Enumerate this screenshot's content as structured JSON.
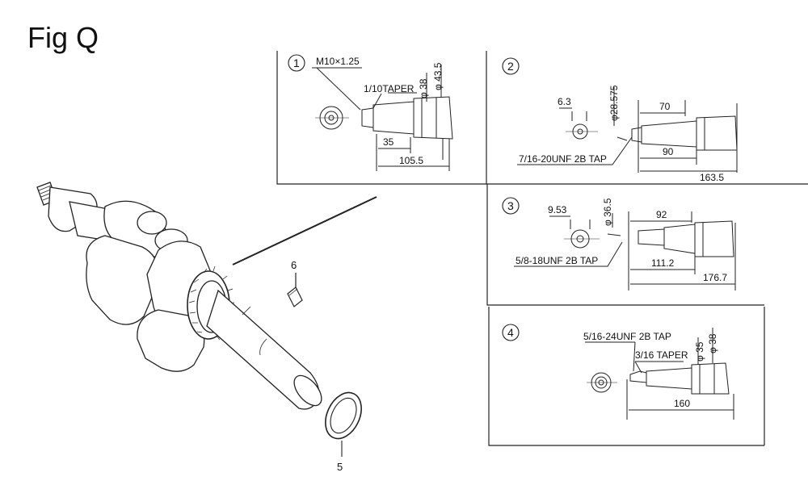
{
  "figure": {
    "title": "Fig Q"
  },
  "parts": {
    "key": {
      "number": "6"
    },
    "washer": {
      "number": "5"
    }
  },
  "panels": [
    {
      "number": "1",
      "thread": "M10×1.25",
      "taper": "1/10TAPER",
      "d1": "φ 38",
      "d2": "φ 43.5",
      "len_short": "35",
      "len_total": "105.5"
    },
    {
      "number": "2",
      "hole": "6.3",
      "dia": "φ28.575",
      "len1": "70",
      "len2": "90",
      "tap": "7/16-20UNF 2B TAP",
      "len_total": "163.5"
    },
    {
      "number": "3",
      "hole": "9.53",
      "dia": "φ 36.5",
      "len1": "92",
      "len2": "111.2",
      "tap": "5/8-18UNF 2B TAP",
      "len_total": "176.7"
    },
    {
      "number": "4",
      "tap": "5/16-24UNF 2B TAP",
      "taper": "3/16 TAPER",
      "d1": "φ 35",
      "d2": "φ 38",
      "len_total": "160"
    }
  ]
}
